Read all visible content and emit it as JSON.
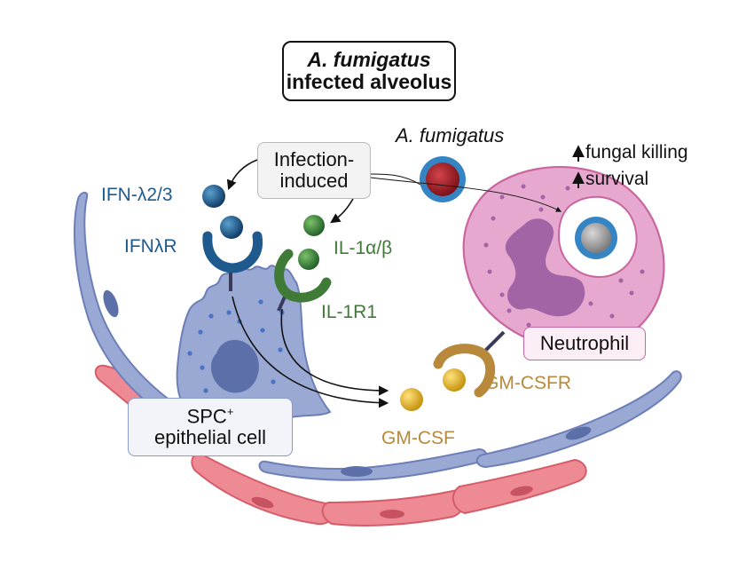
{
  "title": {
    "line1": "A. fumigatus",
    "line2": "infected alveolus"
  },
  "labels": {
    "infection_induced_1": "Infection-",
    "infection_induced_2": "induced",
    "a_fumigatus": "A. fumigatus",
    "ifn_lambda": "IFN-λ2/3",
    "ifnlr": "IFNλR",
    "il1": "IL-1α/β",
    "il1r1": "IL-1R1",
    "spc_1": "SPC",
    "spc_sup": "+",
    "spc_2": "epithelial cell",
    "gmcsf": "GM-CSF",
    "gmcsfr": "GM-CSFR",
    "neutrophil": "Neutrophil",
    "effect_1": "fungal killing",
    "effect_2": "survival"
  },
  "colors": {
    "ifn_blue": "#1f5a8e",
    "il1_green": "#3f7a37",
    "gmcsf_gold": "#d6a83a",
    "epithelial": "#9aa8d4",
    "endothelial": "#ee8a93",
    "neutrophil": "#e6a8cf",
    "nucleus": "#a364a6",
    "fungus_red": "#a42329",
    "fungus_blue_ring": "#3585c4"
  }
}
